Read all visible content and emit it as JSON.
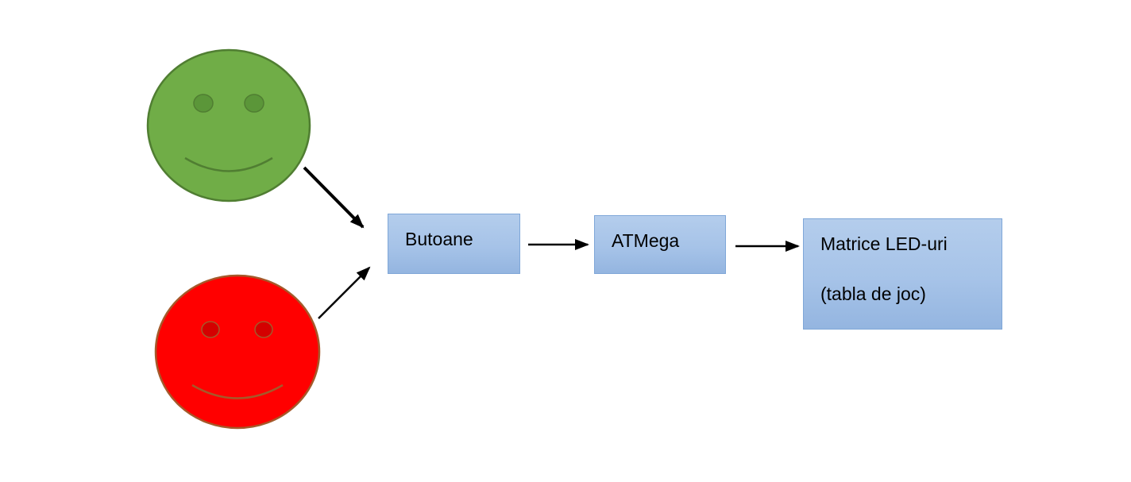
{
  "diagram": {
    "players": [
      {
        "id": "player-green",
        "face": "smiley",
        "fill": "#70ad47",
        "stroke": "#507e32",
        "eye_fill": "#5b9639"
      },
      {
        "id": "player-red",
        "face": "smiley",
        "fill": "#ff0000",
        "stroke": "#a5592a",
        "eye_fill": "#d40000"
      }
    ],
    "nodes": {
      "butoane": {
        "label": "Butoane"
      },
      "atmega": {
        "label": "ATMega"
      },
      "matrice": {
        "label_line1": "Matrice LED-uri",
        "label_line2": "(tabla de joc)"
      }
    },
    "edges": [
      {
        "from": "player-green",
        "to": "butoane"
      },
      {
        "from": "player-red",
        "to": "butoane"
      },
      {
        "from": "butoane",
        "to": "atmega"
      },
      {
        "from": "atmega",
        "to": "matrice"
      }
    ],
    "colors": {
      "box_fill": "#a6c3e8",
      "box_border": "#7fa7d8",
      "arrow": "#000000"
    }
  }
}
